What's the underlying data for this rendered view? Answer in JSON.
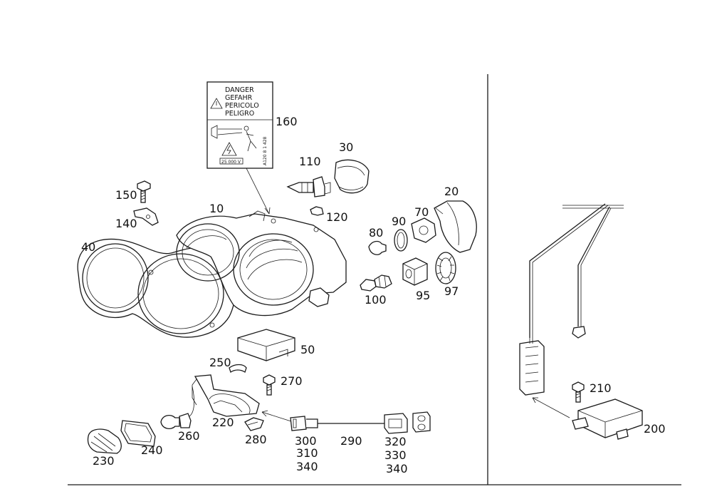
{
  "warning_label": {
    "lines": [
      "DANGER",
      "GEFAHR",
      "PERICOLO",
      "PELIGRO"
    ],
    "voltage": "25 000 V",
    "part_code": "A120 8 1 428"
  },
  "callouts": {
    "p10": "10",
    "p20": "20",
    "p30": "30",
    "p40": "40",
    "p50": "50",
    "p70": "70",
    "p80": "80",
    "p90": "90",
    "p95": "95",
    "p97": "97",
    "p100": "100",
    "p110": "110",
    "p120": "120",
    "p140": "140",
    "p150": "150",
    "p160": "160",
    "p200": "200",
    "p210": "210",
    "p220": "220",
    "p230": "230",
    "p240": "240",
    "p250": "250",
    "p260": "260",
    "p270": "270",
    "p280": "280",
    "p290": "290",
    "p300": "300",
    "p310": "310",
    "p320": "320",
    "p330": "330",
    "p340a": "340",
    "p340b": "340"
  }
}
